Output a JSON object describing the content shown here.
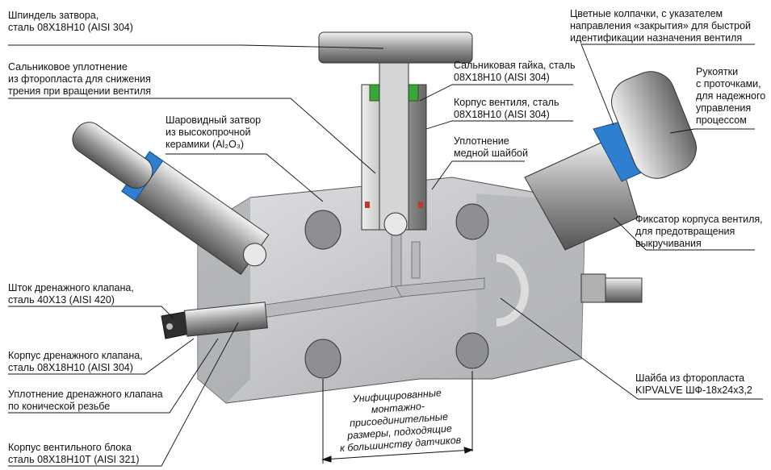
{
  "labels": {
    "spindle": "Шпиндель затвора,\nсталь 08Х18Н10 (AISI 304)",
    "gland_seal": "Сальниковое уплотнение\nиз фторопласта для снижения\nтрения при вращении вентиля",
    "ball_seat": "Шаровидный затвор\nиз высокопрочной\nкерамики (Al₂O₃)",
    "gland_nut": "Сальниковая гайка, сталь\n08Х18Н10 (AISI 304)",
    "valve_body": "Корпус вентиля, сталь\n08Х18Н10 (AISI 304)",
    "copper_seal": "Уплотнение\nмедной шайбой",
    "color_caps": "Цветные колпачки, с указателем\nнаправления «закрытия» для быстрой\nидентификации назначения вентиля",
    "handles": "Рукоятки\nс проточками,\nдля надежного\nуправления\nпроцессом",
    "body_lock": "Фиксатор корпуса вентиля,\nдля предотвращения\nвыкручивания",
    "drain_stem": "Шток дренажного клапана,\nсталь 40Х13  (AISI 420)",
    "drain_body": "Корпус дренажного клапана,\nсталь 08Х18Н10 (AISI 304)",
    "drain_seal": "Уплотнение дренажного клапана\nпо конической резьбе",
    "block_body": "Корпус вентильного блока\nсталь 08Х18Н10Т (AISI 321)",
    "ptfe_washer": "Шайба из фторопласта\nKIPVALVE ШФ-18х24х3,2",
    "mounting_dims": "Унифицированные монтажно-\nприсоединительные\nразмеры, подходящие\nк большинству датчиков"
  },
  "colors": {
    "block": "#c9cacd",
    "block_dark": "#9fa1a5",
    "steel": "#dcdcdc",
    "cap_blue": "#2e7fd0",
    "cap_green": "#3aa63a",
    "seal_red": "#c0392b"
  }
}
